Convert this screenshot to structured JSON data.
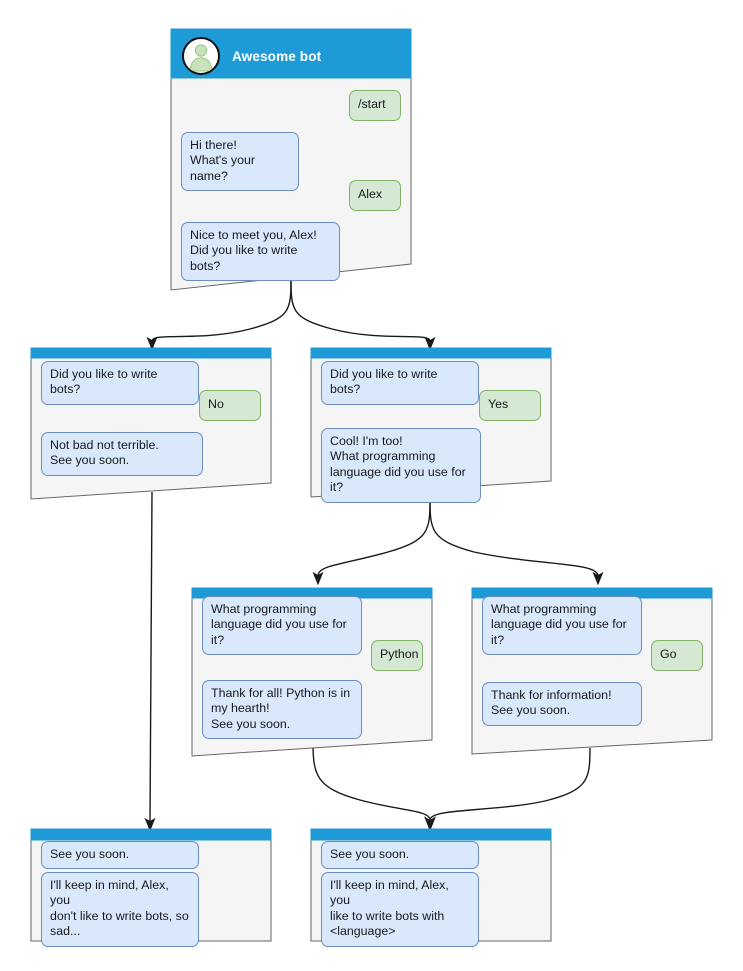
{
  "diagram": {
    "title": "Telegram bot conversation flowchart",
    "colors": {
      "header_blue": "#1e9bd7",
      "node_body": "#f5f5f5",
      "node_border": "#666666",
      "bot_bubble_fill": "#dae8fc",
      "bot_bubble_border": "#6c8ebf",
      "user_bubble_fill": "#d5e8d4",
      "user_bubble_border": "#82b366",
      "edge": "#1a1a1a",
      "avatar_person": "#b3d9a0"
    }
  },
  "nodes": {
    "start": {
      "name": "start-node",
      "header": {
        "title": "Awesome bot",
        "avatar_icon": "person-avatar-icon"
      },
      "messages": [
        {
          "side": "user",
          "text": "/start"
        },
        {
          "side": "bot",
          "text": "Hi there!\nWhat's your name?"
        },
        {
          "side": "user",
          "text": "Alex"
        },
        {
          "side": "bot",
          "text": "Nice to meet you, Alex!\nDid you like to write bots?"
        }
      ]
    },
    "answer_no": {
      "name": "answer-no-node",
      "messages": [
        {
          "side": "bot",
          "text": "Did you like to write bots?"
        },
        {
          "side": "user",
          "text": "No"
        },
        {
          "side": "bot",
          "text": "Not bad not terrible.\nSee you soon."
        }
      ]
    },
    "answer_yes": {
      "name": "answer-yes-node",
      "messages": [
        {
          "side": "bot",
          "text": "Did you like to write bots?"
        },
        {
          "side": "user",
          "text": "Yes"
        },
        {
          "side": "bot",
          "text": "Cool! I'm too!\nWhat programming\nlanguage did you use for it?"
        }
      ]
    },
    "lang_python": {
      "name": "language-python-node",
      "messages": [
        {
          "side": "bot",
          "text": "What programming\nlanguage did you use for it?"
        },
        {
          "side": "user",
          "text": "Python"
        },
        {
          "side": "bot",
          "text": "Thank for all! Python is in\nmy hearth!\nSee you soon."
        }
      ]
    },
    "lang_go": {
      "name": "language-go-node",
      "messages": [
        {
          "side": "bot",
          "text": "What programming\nlanguage did you use for it?"
        },
        {
          "side": "user",
          "text": "Go"
        },
        {
          "side": "bot",
          "text": "Thank for information!\nSee you soon."
        }
      ]
    },
    "end_no": {
      "name": "end-no-node",
      "messages": [
        {
          "side": "bot",
          "text": "See you soon."
        },
        {
          "side": "bot",
          "text": "I'll keep in mind, Alex, you\ndon't like to write bots, so\nsad..."
        }
      ]
    },
    "end_yes": {
      "name": "end-yes-node",
      "messages": [
        {
          "side": "bot",
          "text": "See you soon."
        },
        {
          "side": "bot",
          "text": "I'll keep in mind, Alex, you\nlike to write bots with\n<language>"
        }
      ]
    }
  }
}
